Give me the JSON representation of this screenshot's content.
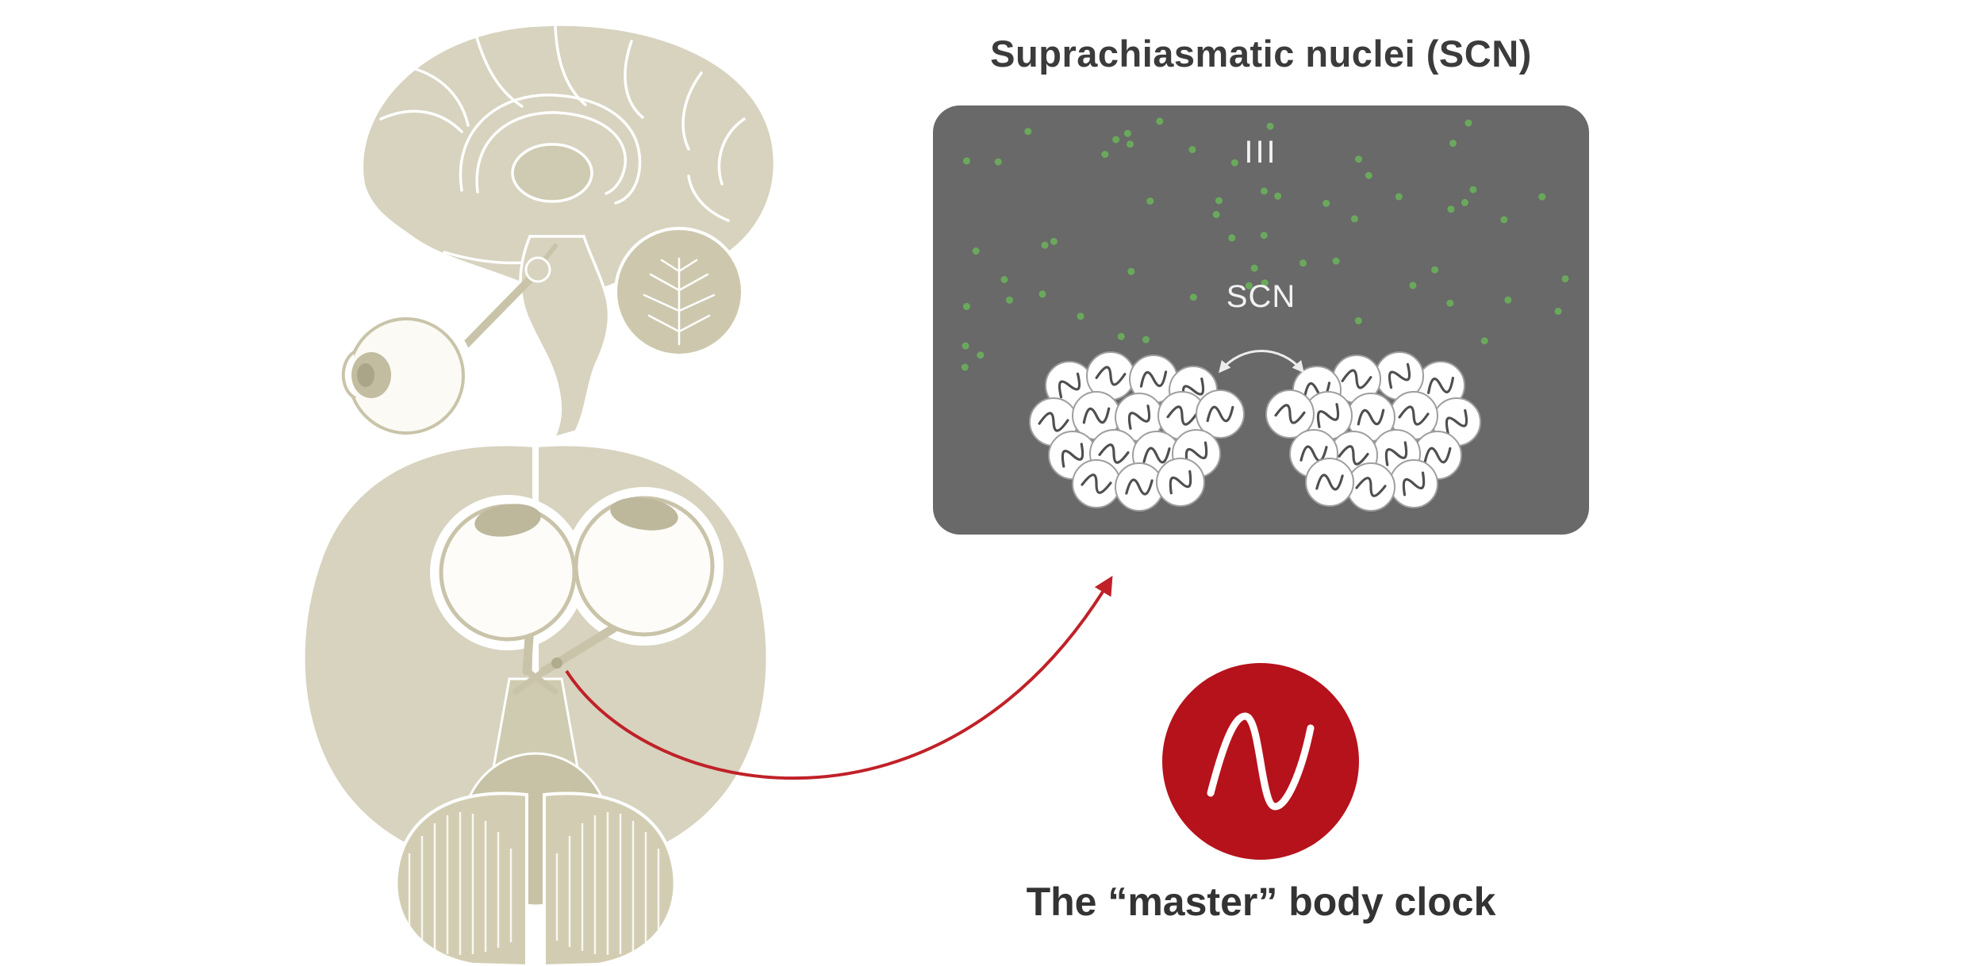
{
  "panel": {
    "title": "Suprachiasmatic nuclei (SCN)",
    "third_ventricle_label": "III",
    "scn_label": "SCN",
    "background_color": "#696969",
    "neuron_dot_color": "#6aa95c"
  },
  "clock": {
    "caption": "The “master” body clock",
    "circle_color": "#b6121c",
    "wave_color": "#ffffff"
  },
  "arrow": {
    "color": "#c02128"
  },
  "brain": {
    "fill": "#d7d3bf",
    "outline": "#c9c4a9",
    "detail_fill": "#c7c2a5"
  },
  "icons": {
    "master_clock_icon": "sine-wave",
    "scn_sync_icon": "double-headed-arc-arrow",
    "scn_neuron_icon": "circle-with-oscillation",
    "pointer_icon": "curved-red-arrow"
  }
}
